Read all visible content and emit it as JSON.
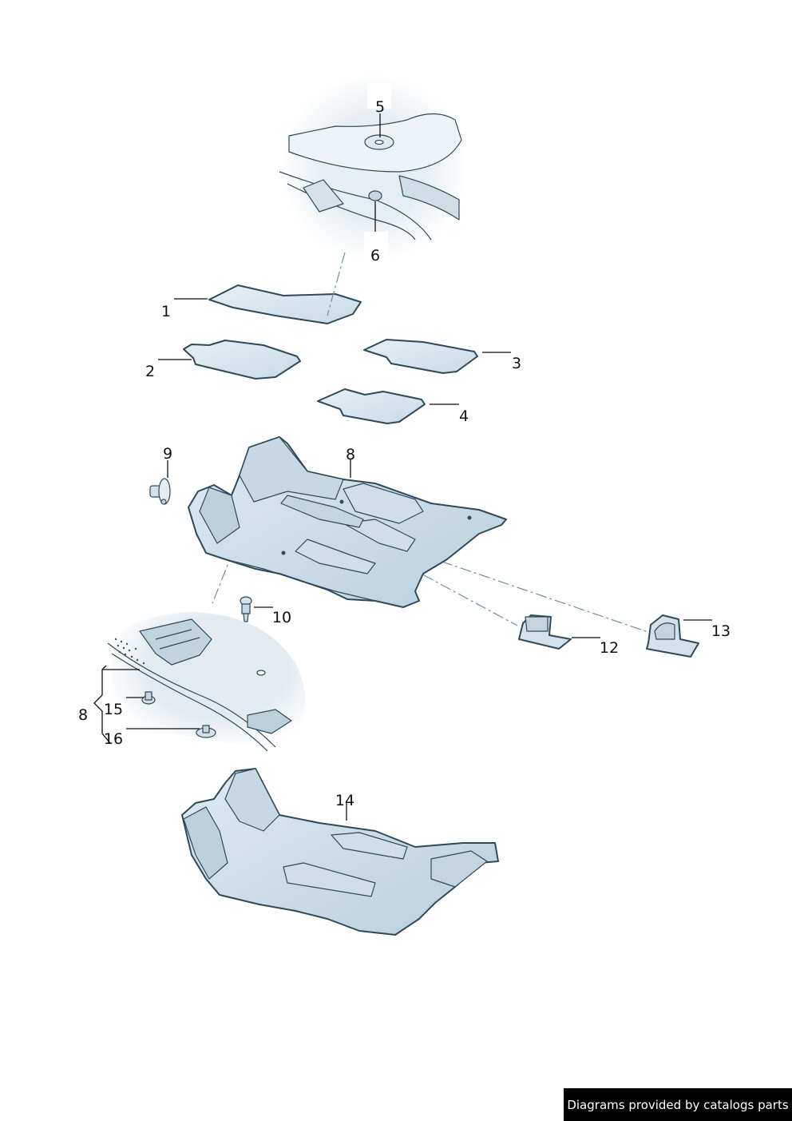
{
  "callouts": {
    "c1": "1",
    "c2": "2",
    "c3": "3",
    "c4": "4",
    "c5": "5",
    "c6": "6",
    "c8": "8",
    "c8b": "8",
    "c9": "9",
    "c10": "10",
    "c12": "12",
    "c13": "13",
    "c14": "14",
    "c15": "15",
    "c16": "16"
  },
  "credit": "Diagrams provided by catalogs parts",
  "colors": {
    "part_fill": "#dce9f1",
    "part_shadow": "#a9c2d1",
    "outline": "#2e4a5a",
    "detail_bg": "#e9f0f5"
  }
}
